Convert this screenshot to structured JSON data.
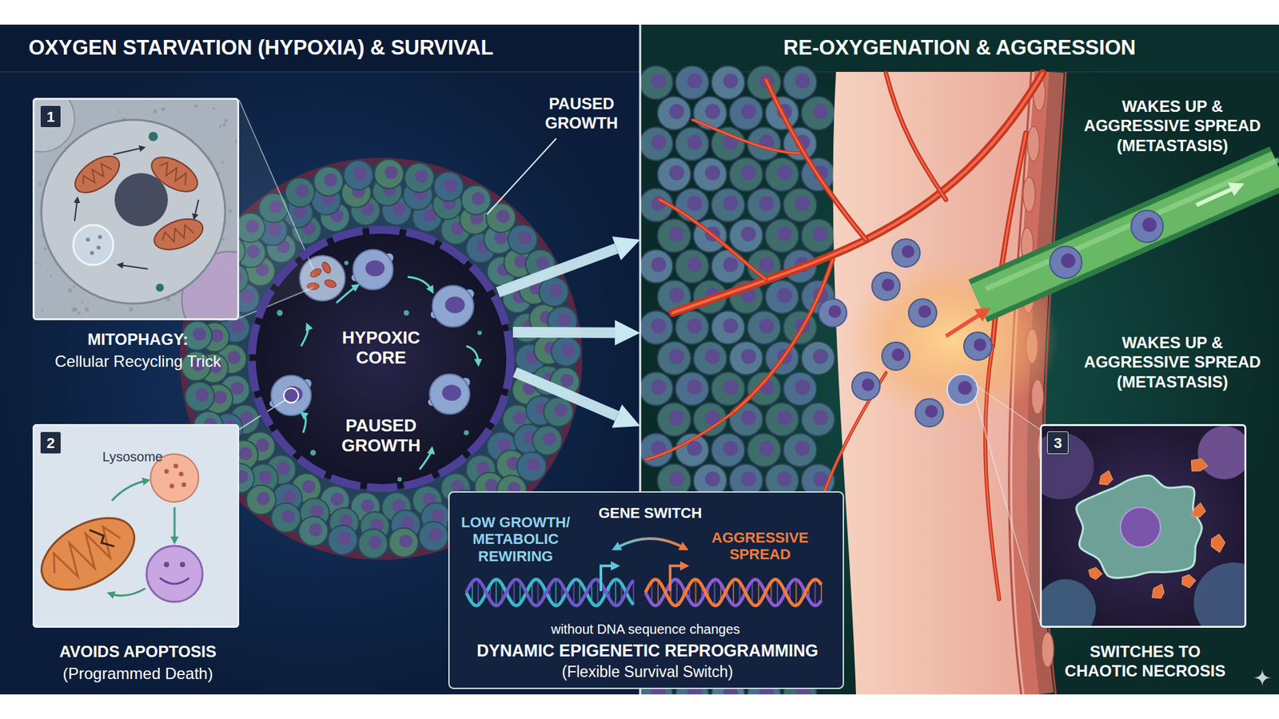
{
  "diagram": {
    "nodes": [
      {
        "text": [
          "OXYGEN STARVATION (HYPOXIA) & SURVIVAL"
        ]
      },
      {
        "text": [
          "1",
          "MITOPHAGY:",
          "Cellular Recycling Trick"
        ],
        "in": 0
      },
      {
        "text": [
          "2",
          "Lysosome",
          "AVOIDS APOPTOSIS",
          "(Programmed Death)"
        ],
        "in": 0
      },
      {
        "text": [
          "HYPOXIC CORE",
          "PAUSED GROWTH"
        ],
        "in": 0
      },
      {
        "text": [
          "RE-OXYGENATION & AGGRESSION"
        ]
      },
      {
        "text": [
          "3",
          "SWITCHES TO CHAOTIC NECROSIS"
        ],
        "in": 4
      },
      {
        "text": [
          "LOW GROWTH/ METABOLIC REWIRING",
          "GENE SWITCH",
          "AGGRESSIVE SPREAD",
          "without DNA sequence changes",
          "DYNAMIC EPIGENETIC REPROGRAMMING",
          "(Flexible Survival Switch)"
        ]
      }
    ],
    "edges": [
      {
        "from": 3,
        "to": 4,
        "arrow": "to"
      },
      {
        "from": 3,
        "to": 4,
        "arrow": "to"
      },
      {
        "from": 3,
        "to": 4,
        "arrow": "to"
      }
    ],
    "labels": [
      "PAUSED GROWTH",
      "WAKES UP & AGGRESSIVE SPREAD (METASTASIS)",
      "WAKES UP & AGGRESSIVE SPREAD (METASTASIS)"
    ]
  }
}
